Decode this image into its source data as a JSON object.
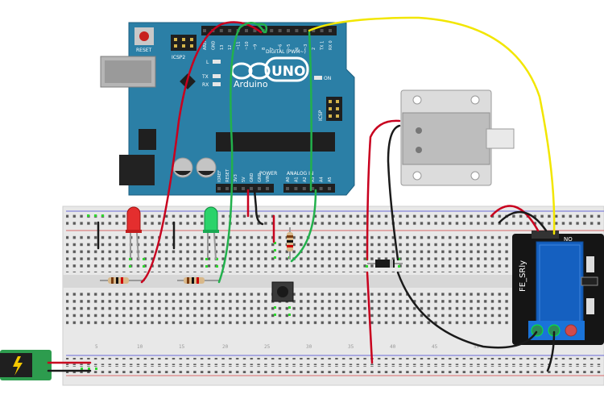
{
  "arduino": {
    "reset_label": "RESET",
    "icsp2_label": "ICSP2",
    "icsp_label": "ICSP",
    "digital_label": "DIGITAL (PWM~)",
    "brand": "Arduino",
    "model": "UNO",
    "l_label": "L",
    "tx_label": "TX",
    "rx_label": "RX",
    "on_label": "ON",
    "power_label": "POWER",
    "analog_label": "ANALOG IN",
    "digital_pins": [
      "AREF",
      "GND",
      "13",
      "12",
      "~11",
      "~10",
      "~9",
      "8",
      "7",
      "~6",
      "~5",
      "4",
      "~3",
      "2",
      "TX 1",
      "RX 0"
    ],
    "power_pins": [
      "IOREF",
      "RESET",
      "3V3",
      "5V",
      "GND",
      "GND",
      "VIN"
    ],
    "analog_pins": [
      "A0",
      "A1",
      "A2",
      "A3",
      "A4",
      "A5"
    ]
  },
  "relay": {
    "label": "FE_SRly",
    "no_label": "NO"
  },
  "colors": {
    "board": "#2b7fa6",
    "breadboard": "#e8e8e8",
    "wire_red": "#c8001e",
    "wire_green": "#22b14c",
    "wire_yellow": "#f2e600",
    "wire_black": "#1a1a1a",
    "relay_blue": "#1560c0"
  }
}
